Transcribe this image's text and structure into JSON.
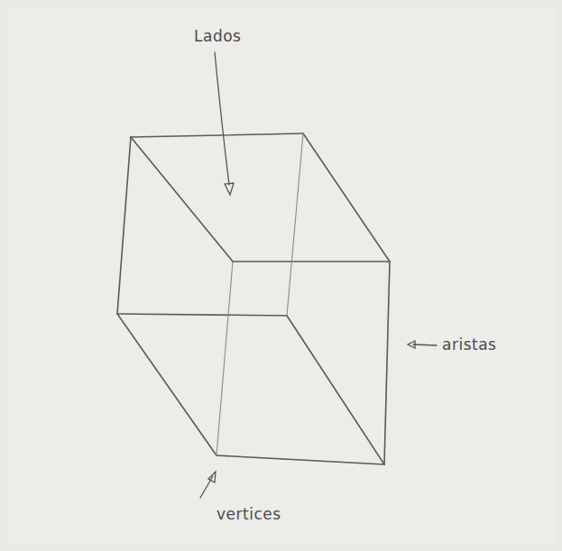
{
  "diagram": {
    "labels": [
      "Lados",
      "aristas",
      "vertices"
    ]
  }
}
